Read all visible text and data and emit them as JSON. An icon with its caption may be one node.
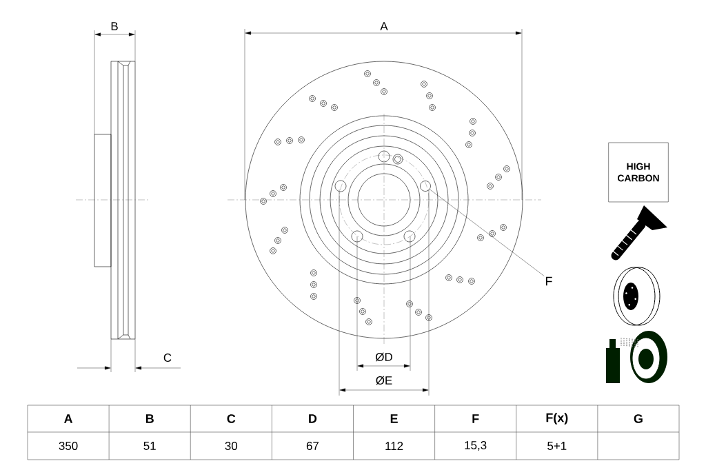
{
  "diagram": {
    "nodes": [
      {
        "text": [
          "HIGH CARBON"
        ]
      },
      {
        "text": [
          "F"
        ]
      },
      {
        "text": [],
        "shape": "circle"
      }
    ],
    "edges": [
      {
        "from": 1,
        "to": 2,
        "arrow": "none"
      }
    ],
    "labels": [
      "B",
      "A",
      "C",
      "ØD",
      "ØE",
      "A",
      "B",
      "C",
      "D",
      "E",
      "F",
      "F(x)",
      "G",
      "350",
      "51",
      "30",
      "67",
      "112",
      "15,3",
      "5+1"
    ]
  }
}
